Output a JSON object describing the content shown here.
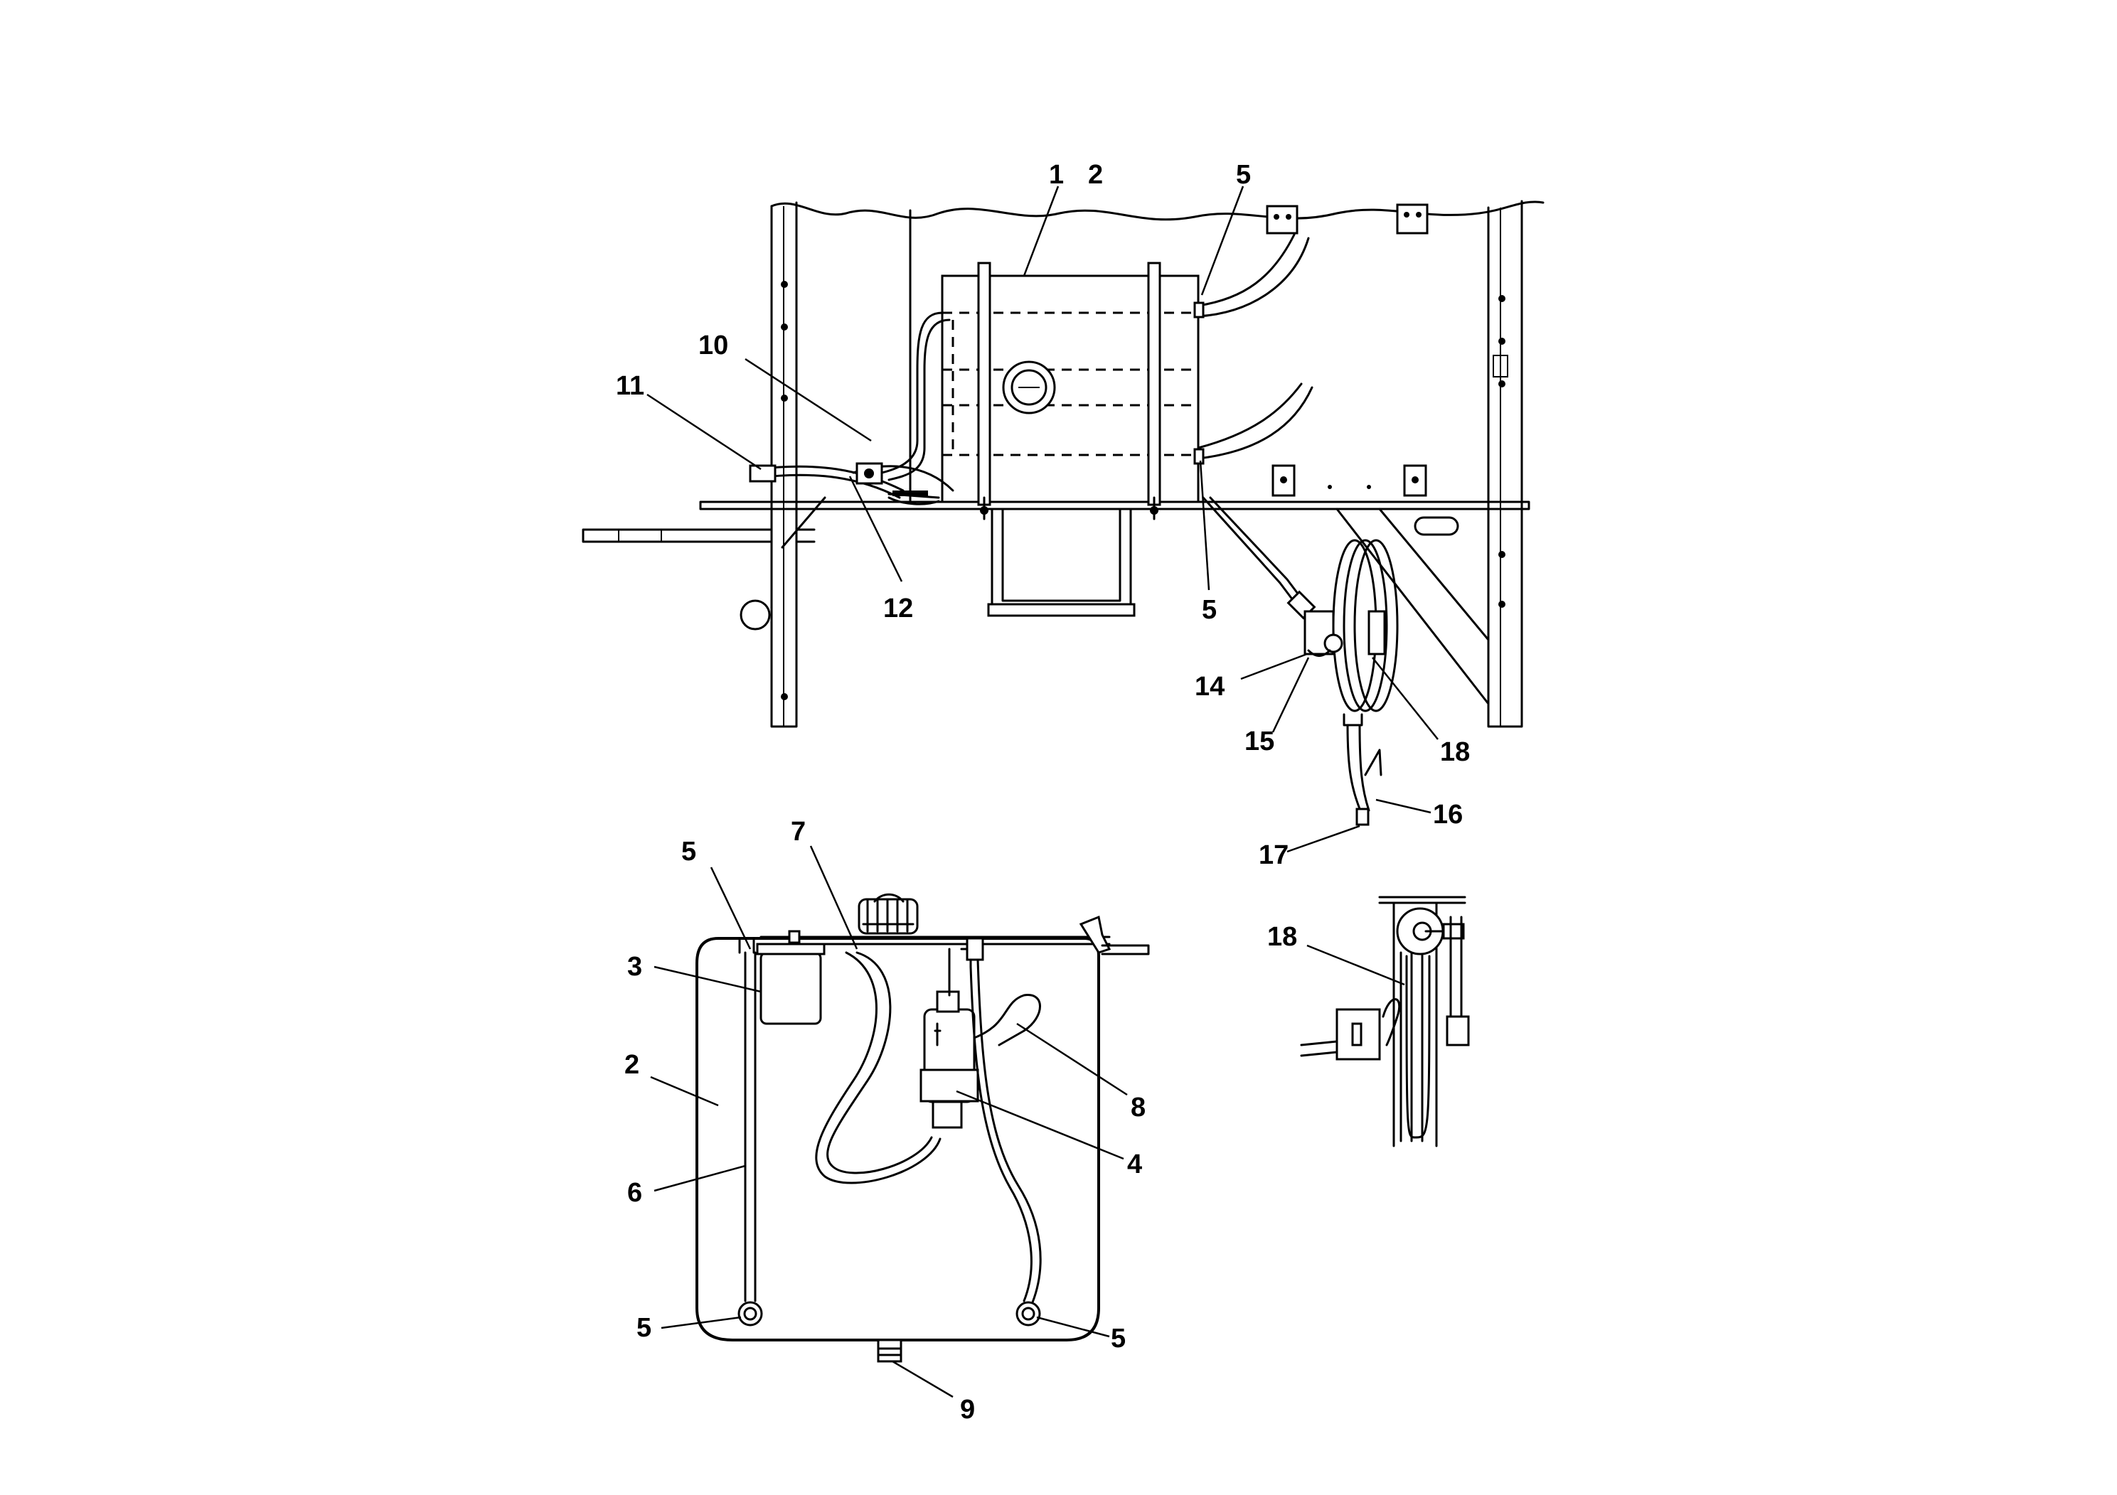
{
  "callouts": {
    "top_1": "1",
    "top_2": "2",
    "top_5a": "5",
    "top_5b": "5",
    "top_10": "10",
    "top_11": "11",
    "top_12": "12",
    "top_14": "14",
    "top_15": "15",
    "top_16": "16",
    "top_17": "17",
    "top_18": "18",
    "detail_18": "18",
    "tank_2": "2",
    "tank_3": "3",
    "tank_4": "4",
    "tank_5a": "5",
    "tank_5b": "5",
    "tank_5c": "5",
    "tank_6": "6",
    "tank_7": "7",
    "tank_8": "8",
    "tank_9": "9"
  }
}
